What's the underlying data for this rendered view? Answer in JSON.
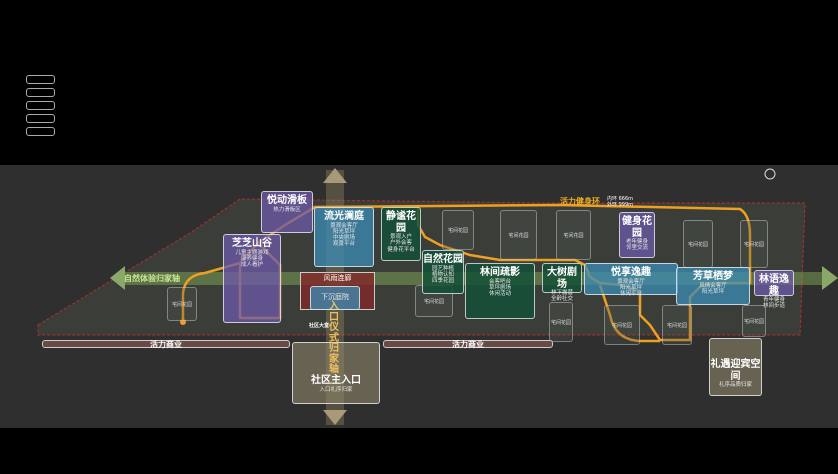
{
  "menu_count": 5,
  "axis_horizontal": "自然体验归家轴",
  "axis_vertical": "入口仪式归家轴",
  "loop": {
    "title": "活力健身环",
    "inner": "内环 666m",
    "outer": "外环 999m",
    "color": "#f0a020"
  },
  "zones": [
    {
      "title": "悦动滑板",
      "sub": [
        "热力滑板区"
      ]
    },
    {
      "title": "芝芝山谷",
      "sub": [
        "儿童主题游戏",
        "康养健身",
        "成人看护"
      ]
    },
    {
      "title": "流光澜庭",
      "sub": [
        "景观会客厅",
        "阳光草坪",
        "中央剧场",
        "观景平台"
      ]
    },
    {
      "title": "静谧花园",
      "sub": [
        "景观入户",
        "户外会客",
        "健身花平台"
      ]
    },
    {
      "title": "自然花园",
      "sub": [
        "园艺种植",
        "植物认知",
        "四季花园"
      ]
    },
    {
      "title": "林间疏影",
      "sub": [
        "会客吧台",
        "草坪剧场",
        "休闲活动"
      ]
    },
    {
      "title": "大树剧场",
      "sub": [
        "林下露营",
        "全龄社交"
      ]
    },
    {
      "title": "悦享逸趣",
      "sub": [
        "景观会客厅",
        "阳光草坪",
        "休闲平台"
      ]
    },
    {
      "title": "健身花园",
      "sub": [
        "老年健身",
        "邻里交流"
      ]
    },
    {
      "title": "芳草栖梦",
      "sub": [
        "风情会客厅",
        "阳光草坪"
      ]
    },
    {
      "title": "林语逸趣",
      "sub": [
        "青年健身",
        "林间步道"
      ]
    },
    {
      "title": "礼遇迎宾空间",
      "sub": [
        "礼序品质归家"
      ]
    },
    {
      "title": "社区主入口",
      "sub": [
        "入口礼序归家"
      ]
    }
  ],
  "corridor": "风雨连廊",
  "sunken": "下沉庭院",
  "lobby": "社区大堂",
  "commerce": "活力商业",
  "garden": "宅间花园"
}
